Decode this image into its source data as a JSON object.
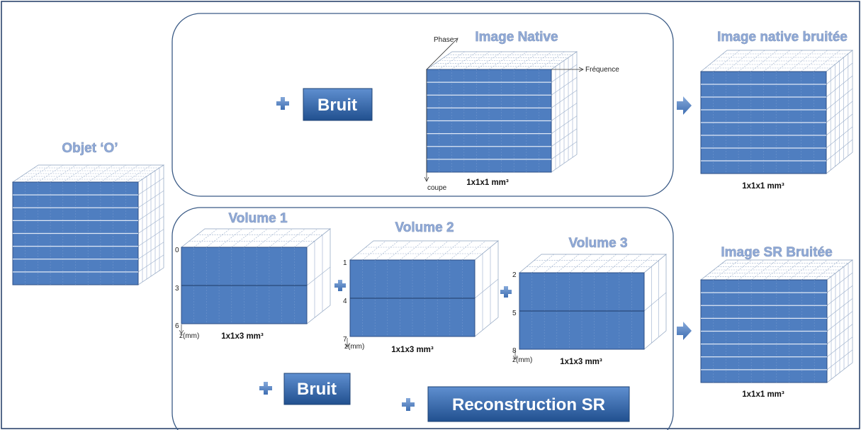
{
  "object": {
    "title": "Objet ‘O’"
  },
  "top_panel": {
    "noise_button": "Bruit",
    "native": {
      "title": "Image Native",
      "axis_phase": "Phase",
      "axis_frequency": "Fréquence",
      "axis_slice": "coupe",
      "resolution": "1x1x1 mm³"
    },
    "output": {
      "title": "Image native bruitée",
      "resolution": "1x1x1 mm³"
    }
  },
  "bottom_panel": {
    "volumes": [
      {
        "title": "Volume 1",
        "ticks": [
          "0",
          "3",
          "6"
        ],
        "axis": "z(mm)",
        "resolution": "1x1x3 mm³"
      },
      {
        "title": "Volume 2",
        "ticks": [
          "1",
          "4",
          "7"
        ],
        "axis": "z(mm)",
        "resolution": "1x1x3 mm³"
      },
      {
        "title": "Volume 3",
        "ticks": [
          "2",
          "5",
          "8"
        ],
        "axis": "z(mm)",
        "resolution": "1x1x3 mm³"
      }
    ],
    "noise_button": "Bruit",
    "reconstruction_button": "Reconstruction SR",
    "output": {
      "title": "Image SR Bruitée",
      "resolution": "1x1x1 mm³"
    }
  },
  "colors": {
    "block_fill": "#4f7ec0",
    "block_stroke": "#2c4f86",
    "frame_stroke": "#3b5b86",
    "plus": "#4f7ec0",
    "button": "#2f63a6"
  }
}
